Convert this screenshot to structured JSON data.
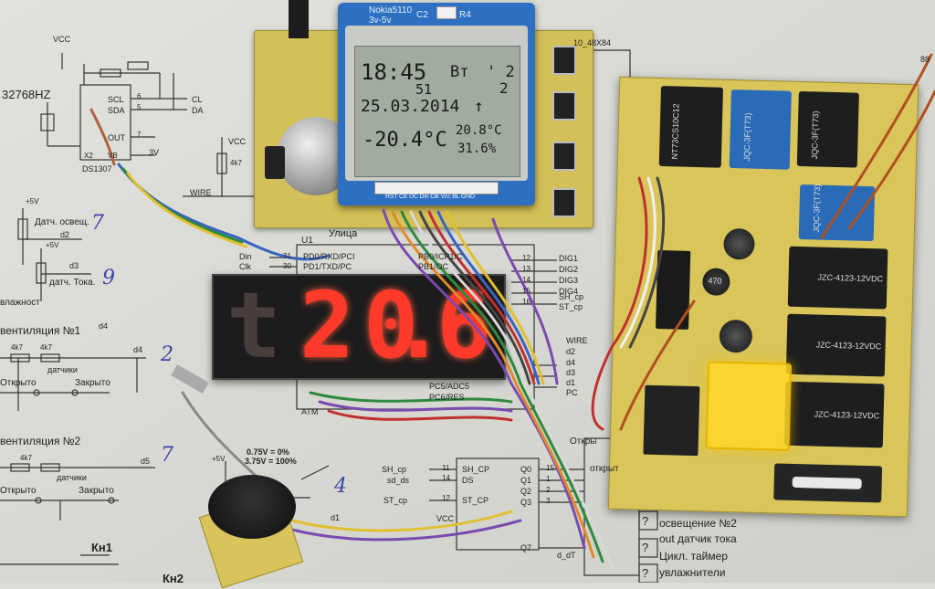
{
  "lcd_module": {
    "title": "Nokia5110",
    "voltage": "3v-5v",
    "pin_c2": "C2",
    "pin_r4": "R4",
    "pin_row": "RST CE DC Din Clk Vcc BL GND"
  },
  "lcd_screen": {
    "time": "18:45",
    "weekday": "Вт",
    "corner_top": "' 2",
    "seconds": "51",
    "corner_mid": "2",
    "date": "25.03.2014",
    "arrow": "↑",
    "outside_temp": "-20.4°C",
    "inside_temp": "20.8°C",
    "humidity": "31.6%"
  },
  "seven_segment": {
    "digits": [
      "t",
      "2",
      "0.",
      "6"
    ]
  },
  "schematic": {
    "rtc_freq": "32768HZ",
    "vcc_top": "VCC",
    "pin_scl": "SCL",
    "pin_sda": "SDA",
    "pin_cl": "CL",
    "pin_da": "DA",
    "out_label": "OUT",
    "x2": "X2",
    "vb": "VB",
    "chip_ds1307": "DS1307",
    "pin_6": "6",
    "pin_5": "5",
    "pin_7": "7",
    "v3": "3V",
    "vcc_mid": "VCC",
    "res_4k7": "4k7",
    "wire": "WIRE",
    "light_sensor": "Датч. освещ.",
    "plus5_a": "+5V",
    "plus5_b": "+5V",
    "current_sensor": "датч. Тока.",
    "humidity": "влажност",
    "d2": "d2",
    "d3": "d3",
    "vent1": "вентиляция №1",
    "vent2": "вентиляция №2",
    "res_4k7_a": "4k7",
    "res_4k7_b": "4k7",
    "sensors_a": "датчики",
    "sensors_b": "датчики",
    "open_a": "Открыто",
    "closed_a": "Закрыто",
    "open_b": "Открыто",
    "closed_b": "Закрыто",
    "d4_a": "d4",
    "d4_b": "d4",
    "d5": "d5",
    "kn1": "Кн1",
    "kn2": "Кн2",
    "street": "Улица",
    "u1": "U1",
    "din": "Din",
    "clk": "Clk",
    "pin31": "31",
    "pin30": "30",
    "pd0": "PD0/RXD/PCI",
    "pd1": "PD1/TXD/PC",
    "pb0": "PB0/ICP1/C",
    "pb1": "PB1/OC",
    "dig1": "DIG1",
    "dig2": "DIG2",
    "dig3": "DIG3",
    "dig4": "DIG4",
    "sh_cp": "SH_cp",
    "st_cp": "ST_cp",
    "p12": "12",
    "p13": "13",
    "p14": "14",
    "p15": "15",
    "p16": "16",
    "wire_r": "WIRE",
    "d1": "d1",
    "pc5": "PC5/ADC5",
    "pc6": "PC6/RES",
    "pc_label": "PC",
    "atm": "ATM",
    "formula1": "0.75V = 0%",
    "formula2": "3.75V = 100%",
    "plus5_c": "+5V",
    "shcp_l": "SH_cp",
    "sdds_l": "sd_ds",
    "stcp_l": "ST_cp",
    "sh_cp_chip": "SH_CP",
    "ds_chip": "DS",
    "st_cp_chip": "ST_CP",
    "q0": "Q0",
    "q1": "Q1",
    "q2": "Q2",
    "q3": "Q3",
    "q7": "Q7",
    "n14": "14",
    "n11": "11",
    "n12": "12",
    "n15": "15",
    "n1": "1",
    "n2": "2",
    "n3": "3",
    "vcc_b": "VCC",
    "d_dt": "d_dT",
    "d1b": "d1",
    "open_r": "открыт",
    "otkr": "Откры",
    "lighting": "освещение №2",
    "out_sensor": "out датчик тока",
    "cycle_timer": "Цикл. таймер",
    "humidifier": "увлажнители",
    "qm": "?",
    "top_right": "10_48X84",
    "top_right2": "88"
  },
  "handwriting": {
    "n7": "7",
    "n9": "9",
    "n2": "2",
    "n7b": "7",
    "n4": "4"
  },
  "relays": {
    "r1": "NT73CS10C12",
    "r2": "JQC-3F(T73)",
    "r3": "JQC-3F(T73)",
    "r4": "JQC-3F(T73)",
    "r5": "JZC-4123-12VDC",
    "r6": "JZC-4123-12VDC",
    "r7": "JZC-4123-12VDC",
    "cap": "470"
  },
  "colors": {
    "pcb": "#d8c45a",
    "lcd_bezel": "#2c6fc1",
    "lcd_glass": "#9ea89c",
    "seg_on": "#ff3a2a",
    "seg_bg": "#1c1c1c",
    "relay_black": "#1e1e1e",
    "relay_blue": "#2a6bb8",
    "paper": "#d9d9d3"
  }
}
